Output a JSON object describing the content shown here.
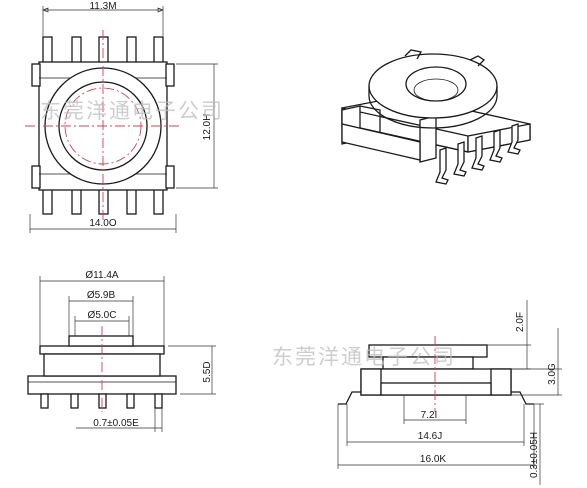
{
  "watermark": "东莞洋通电子公司",
  "top_view": {
    "width_label": "11.3M",
    "height_label": "12.0H",
    "bottom_label": "14.0O"
  },
  "front_view": {
    "flange_label": "Ø11.4A",
    "outer_core_label": "Ø5.9B",
    "inner_core_label": "Ø5.0C",
    "height_label": "5.5D",
    "pin_label": "0.7±0.05E"
  },
  "side_view": {
    "top_right_label": "2.0F",
    "right_label": "3.0G",
    "inner_label": "7.2I",
    "mid_label": "14.6J",
    "overall_label": "16.0K",
    "pin_right_label": "0.3±0.05H"
  }
}
